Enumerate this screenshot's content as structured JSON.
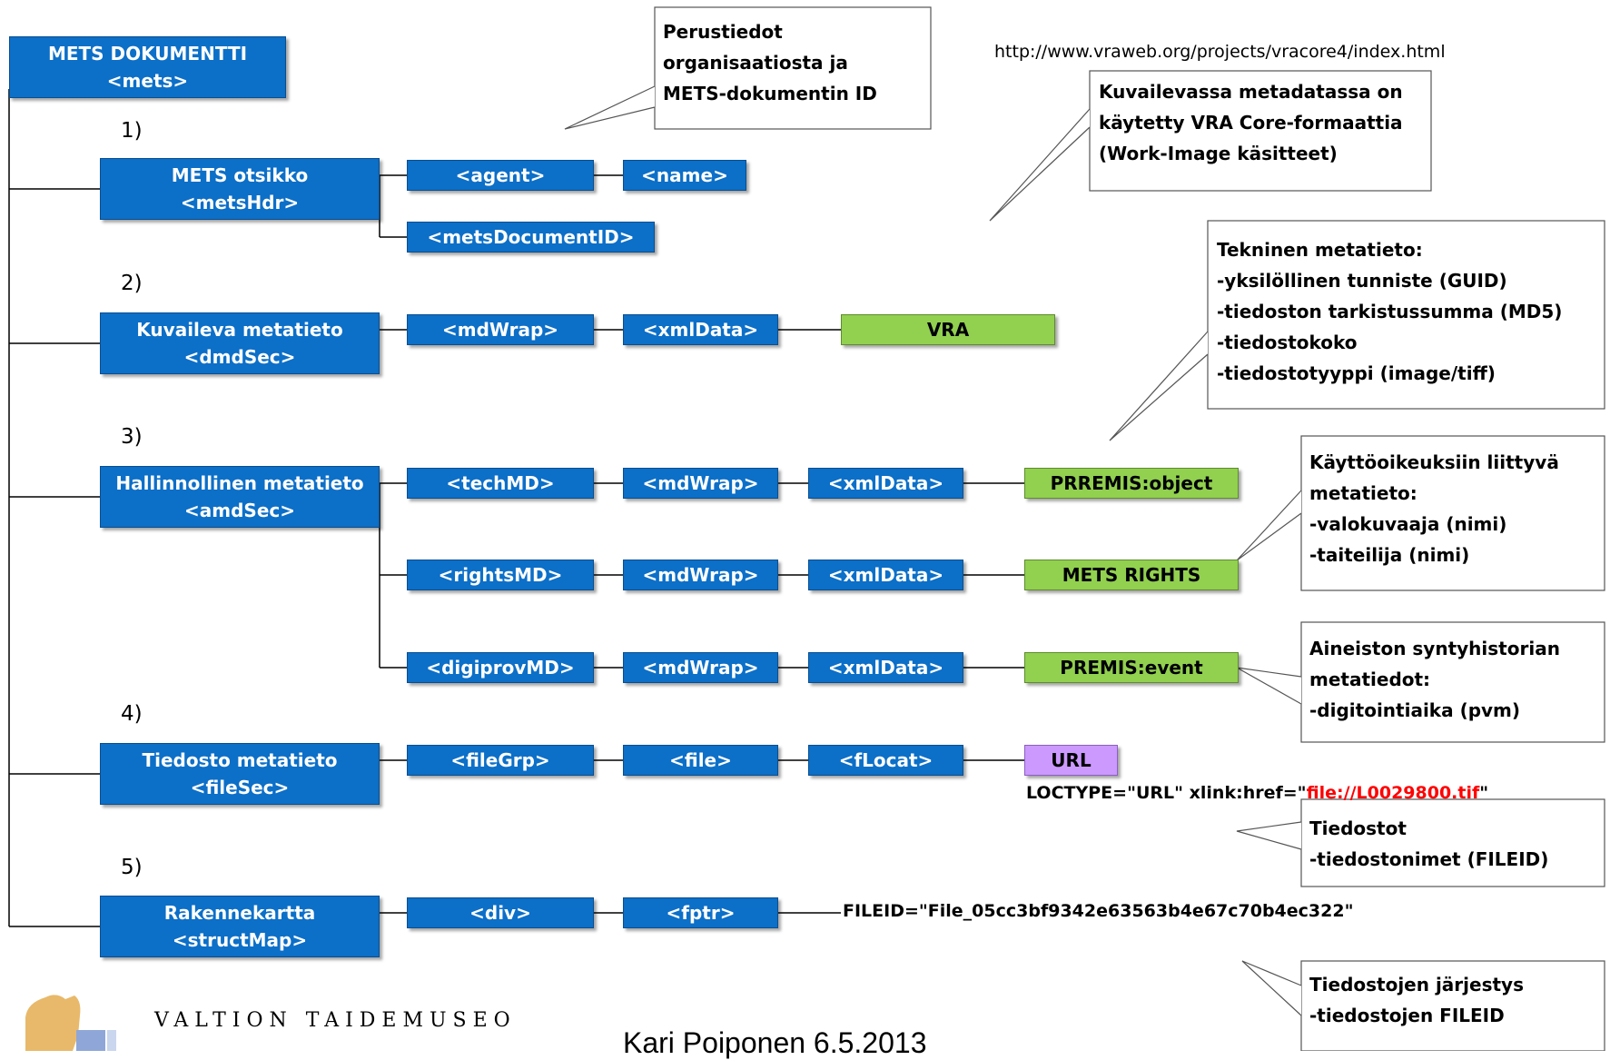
{
  "root": {
    "line1": "METS DOKUMENTTI",
    "line2": "<mets>"
  },
  "numbers": [
    "1)",
    "2)",
    "3)",
    "4)",
    "5)"
  ],
  "sections": {
    "hdr": {
      "line1": "METS otsikko",
      "line2": "<metsHdr>"
    },
    "dmd": {
      "line1": "Kuvaileva metatieto",
      "line2": "<dmdSec>"
    },
    "amd": {
      "line1": "Hallinnollinen metatieto",
      "line2": "<amdSec>"
    },
    "file": {
      "line1": "Tiedosto metatieto",
      "line2": "<fileSec>"
    },
    "struct": {
      "line1": "Rakennekartta",
      "line2": "<structMap>"
    }
  },
  "nodes": {
    "agent": "<agent>",
    "name": "<name>",
    "metsDocumentID": "<metsDocumentID>",
    "dmd_mdWrap": "<mdWrap>",
    "dmd_xmlData": "<xmlData>",
    "vra": "VRA",
    "techMD": "<techMD>",
    "tech_mdWrap": "<mdWrap>",
    "tech_xmlData": "<xmlData>",
    "premis_object": "PRREMIS:object",
    "rightsMD": "<rightsMD>",
    "rights_mdWrap": "<mdWrap>",
    "rights_xmlData": "<xmlData>",
    "mets_rights": "METS RIGHTS",
    "digiprovMD": "<digiprovMD>",
    "digi_mdWrap": "<mdWrap>",
    "digi_xmlData": "<xmlData>",
    "premis_event": "PREMIS:event",
    "fileGrp": "<fileGrp>",
    "file": "<file>",
    "fLocat": "<fLocat>",
    "url": "URL",
    "div": "<div>",
    "fptr": "<fptr>"
  },
  "loctype": {
    "prefix": "LOCTYPE=\"URL\" xlink:href=\"",
    "link": "file://L0029800.tif",
    "suffix": "\""
  },
  "fileid": "FILEID=\"File_05cc3bf9342e63563b4e67c70b4ec322\"",
  "vra_url": "http://www.vraweb.org/projects/vracore4/index.html",
  "callouts": {
    "perustiedot": "Perustiedot\norganisaatiosta ja\nMETS-dokumentin ID",
    "kuvaileva": "Kuvailevassa metadatassa on\nkäytetty VRA Core-formaattia\n(Work-Image käsitteet)",
    "tekninen": "Tekninen metatieto:\n-yksilöllinen tunniste (GUID)\n-tiedoston tarkistussumma (MD5)\n-tiedostokoko\n-tiedostotyyppi (image/tiff)",
    "kayttooikeus": "Käyttöoikeuksiin liittyvä\nmetatieto:\n-valokuvaaja (nimi)\n-taiteilija (nimi)",
    "aineisto": "Aineiston syntyhistorian\nmetatiedot:\n-digitointiaika (pvm)",
    "tiedostot": "Tiedostot\n-tiedostonimet (FILEID)",
    "jarjestys": "Tiedostojen järjestys\n-tiedostojen FILEID"
  },
  "logo_text": "VALTION TAIDEMUSEO",
  "author": "Kari Poiponen 6.5.2013",
  "colors": {
    "blue": "#0C6FC8",
    "green": "#92D050",
    "purple": "#CC99FF",
    "link_red": "#FF0000"
  }
}
